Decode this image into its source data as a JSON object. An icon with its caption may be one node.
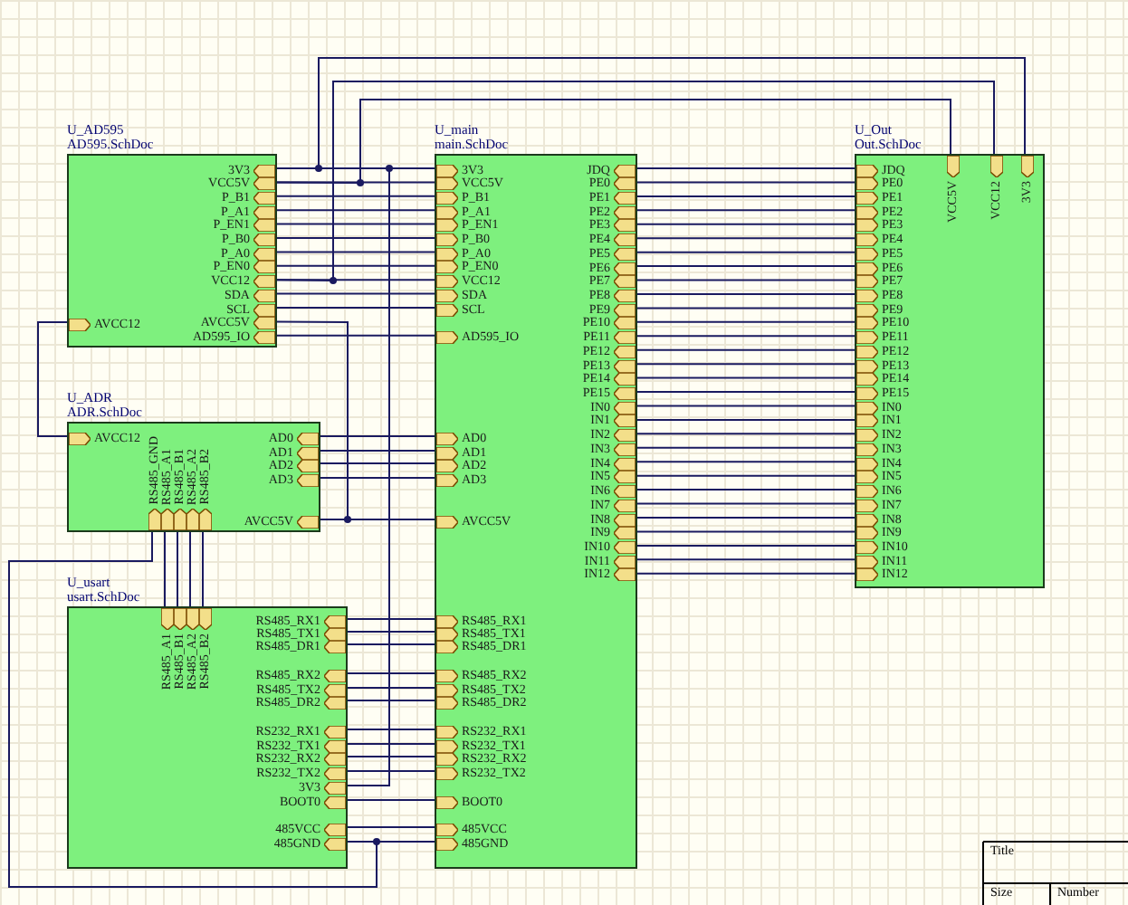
{
  "diagram": {
    "nodes": [
      {
        "text": [
          "U_AD595",
          "AD595.SchDoc"
        ]
      },
      {
        "text": [
          "3V3"
        ],
        "in": 0
      },
      {
        "text": [
          "VCC5V"
        ],
        "in": 0
      },
      {
        "text": [
          "P_B1"
        ],
        "in": 0
      },
      {
        "text": [
          "P_A1"
        ],
        "in": 0
      },
      {
        "text": [
          "P_EN1"
        ],
        "in": 0
      },
      {
        "text": [
          "P_B0"
        ],
        "in": 0
      },
      {
        "text": [
          "P_A0"
        ],
        "in": 0
      },
      {
        "text": [
          "P_EN0"
        ],
        "in": 0
      },
      {
        "text": [
          "VCC12"
        ],
        "in": 0
      },
      {
        "text": [
          "SDA"
        ],
        "in": 0
      },
      {
        "text": [
          "SCL"
        ],
        "in": 0
      },
      {
        "text": [
          "AVCC12"
        ],
        "in": 0
      },
      {
        "text": [
          "AVCC5V"
        ],
        "in": 0
      },
      {
        "text": [
          "AD595_IO"
        ],
        "in": 0
      },
      {
        "text": [
          "U_main",
          "main.SchDoc"
        ]
      },
      {
        "text": [
          "3V3"
        ],
        "in": 15
      },
      {
        "text": [
          "VCC5V"
        ],
        "in": 15
      },
      {
        "text": [
          "P_B1"
        ],
        "in": 15
      },
      {
        "text": [
          "P_A1"
        ],
        "in": 15
      },
      {
        "text": [
          "P_EN1"
        ],
        "in": 15
      },
      {
        "text": [
          "P_B0"
        ],
        "in": 15
      },
      {
        "text": [
          "P_A0"
        ],
        "in": 15
      },
      {
        "text": [
          "P_EN0"
        ],
        "in": 15
      },
      {
        "text": [
          "VCC12"
        ],
        "in": 15
      },
      {
        "text": [
          "SDA"
        ],
        "in": 15
      },
      {
        "text": [
          "SCL"
        ],
        "in": 15
      },
      {
        "text": [
          "AD595_IO"
        ],
        "in": 15
      },
      {
        "text": [
          "AD0"
        ],
        "in": 15
      },
      {
        "text": [
          "AD1"
        ],
        "in": 15
      },
      {
        "text": [
          "AD2"
        ],
        "in": 15
      },
      {
        "text": [
          "AD3"
        ],
        "in": 15
      },
      {
        "text": [
          "AVCC5V"
        ],
        "in": 15
      },
      {
        "text": [
          "RS485_RX1"
        ],
        "in": 15
      },
      {
        "text": [
          "RS485_TX1"
        ],
        "in": 15
      },
      {
        "text": [
          "RS485_DR1"
        ],
        "in": 15
      },
      {
        "text": [
          "RS485_RX2"
        ],
        "in": 15
      },
      {
        "text": [
          "RS485_TX2"
        ],
        "in": 15
      },
      {
        "text": [
          "RS485_DR2"
        ],
        "in": 15
      },
      {
        "text": [
          "RS232_RX1"
        ],
        "in": 15
      },
      {
        "text": [
          "RS232_TX1"
        ],
        "in": 15
      },
      {
        "text": [
          "RS232_RX2"
        ],
        "in": 15
      },
      {
        "text": [
          "RS232_TX2"
        ],
        "in": 15
      },
      {
        "text": [
          "BOOT0"
        ],
        "in": 15
      },
      {
        "text": [
          "485VCC"
        ],
        "in": 15
      },
      {
        "text": [
          "485GND"
        ],
        "in": 15
      },
      {
        "text": [
          "JDQ"
        ],
        "in": 15
      },
      {
        "text": [
          "PE0"
        ],
        "in": 15
      },
      {
        "text": [
          "PE1"
        ],
        "in": 15
      },
      {
        "text": [
          "PE2"
        ],
        "in": 15
      },
      {
        "text": [
          "PE3"
        ],
        "in": 15
      },
      {
        "text": [
          "PE4"
        ],
        "in": 15
      },
      {
        "text": [
          "PE5"
        ],
        "in": 15
      },
      {
        "text": [
          "PE6"
        ],
        "in": 15
      },
      {
        "text": [
          "PE7"
        ],
        "in": 15
      },
      {
        "text": [
          "PE8"
        ],
        "in": 15
      },
      {
        "text": [
          "PE9"
        ],
        "in": 15
      },
      {
        "text": [
          "PE10"
        ],
        "in": 15
      },
      {
        "text": [
          "PE11"
        ],
        "in": 15
      },
      {
        "text": [
          "PE12"
        ],
        "in": 15
      },
      {
        "text": [
          "PE13"
        ],
        "in": 15
      },
      {
        "text": [
          "PE14"
        ],
        "in": 15
      },
      {
        "text": [
          "PE15"
        ],
        "in": 15
      },
      {
        "text": [
          "IN0"
        ],
        "in": 15
      },
      {
        "text": [
          "IN1"
        ],
        "in": 15
      },
      {
        "text": [
          "IN2"
        ],
        "in": 15
      },
      {
        "text": [
          "IN3"
        ],
        "in": 15
      },
      {
        "text": [
          "IN4"
        ],
        "in": 15
      },
      {
        "text": [
          "IN5"
        ],
        "in": 15
      },
      {
        "text": [
          "IN6"
        ],
        "in": 15
      },
      {
        "text": [
          "IN7"
        ],
        "in": 15
      },
      {
        "text": [
          "IN8"
        ],
        "in": 15
      },
      {
        "text": [
          "IN9"
        ],
        "in": 15
      },
      {
        "text": [
          "IN10"
        ],
        "in": 15
      },
      {
        "text": [
          "IN11"
        ],
        "in": 15
      },
      {
        "text": [
          "IN12"
        ],
        "in": 15
      },
      {
        "text": [
          "U_Out",
          "Out.SchDoc"
        ]
      },
      {
        "text": [
          "VCC5V"
        ],
        "in": 76
      },
      {
        "text": [
          "VCC12"
        ],
        "in": 76
      },
      {
        "text": [
          "3V3"
        ],
        "in": 76
      },
      {
        "text": [
          "JDQ"
        ],
        "in": 76
      },
      {
        "text": [
          "PE0"
        ],
        "in": 76
      },
      {
        "text": [
          "PE1"
        ],
        "in": 76
      },
      {
        "text": [
          "PE2"
        ],
        "in": 76
      },
      {
        "text": [
          "PE3"
        ],
        "in": 76
      },
      {
        "text": [
          "PE4"
        ],
        "in": 76
      },
      {
        "text": [
          "PE5"
        ],
        "in": 76
      },
      {
        "text": [
          "PE6"
        ],
        "in": 76
      },
      {
        "text": [
          "PE7"
        ],
        "in": 76
      },
      {
        "text": [
          "PE8"
        ],
        "in": 76
      },
      {
        "text": [
          "PE9"
        ],
        "in": 76
      },
      {
        "text": [
          "PE10"
        ],
        "in": 76
      },
      {
        "text": [
          "PE11"
        ],
        "in": 76
      },
      {
        "text": [
          "PE12"
        ],
        "in": 76
      },
      {
        "text": [
          "PE13"
        ],
        "in": 76
      },
      {
        "text": [
          "PE14"
        ],
        "in": 76
      },
      {
        "text": [
          "PE15"
        ],
        "in": 76
      },
      {
        "text": [
          "IN0"
        ],
        "in": 76
      },
      {
        "text": [
          "IN1"
        ],
        "in": 76
      },
      {
        "text": [
          "IN2"
        ],
        "in": 76
      },
      {
        "text": [
          "IN3"
        ],
        "in": 76
      },
      {
        "text": [
          "IN4"
        ],
        "in": 76
      },
      {
        "text": [
          "IN5"
        ],
        "in": 76
      },
      {
        "text": [
          "IN6"
        ],
        "in": 76
      },
      {
        "text": [
          "IN7"
        ],
        "in": 76
      },
      {
        "text": [
          "IN8"
        ],
        "in": 76
      },
      {
        "text": [
          "IN9"
        ],
        "in": 76
      },
      {
        "text": [
          "IN10"
        ],
        "in": 76
      },
      {
        "text": [
          "IN11"
        ],
        "in": 76
      },
      {
        "text": [
          "IN12"
        ],
        "in": 76
      },
      {
        "text": [
          "U_ADR",
          "ADR.SchDoc"
        ]
      },
      {
        "text": [
          "AVCC12"
        ],
        "in": 110
      },
      {
        "text": [
          "AD0"
        ],
        "in": 110
      },
      {
        "text": [
          "AD1"
        ],
        "in": 110
      },
      {
        "text": [
          "AD2"
        ],
        "in": 110
      },
      {
        "text": [
          "AD3"
        ],
        "in": 110
      },
      {
        "text": [
          "AVCC5V"
        ],
        "in": 110
      },
      {
        "text": [
          "RS485_GND"
        ],
        "in": 110
      },
      {
        "text": [
          "RS485_A1"
        ],
        "in": 110
      },
      {
        "text": [
          "RS485_B1"
        ],
        "in": 110
      },
      {
        "text": [
          "RS485_A2"
        ],
        "in": 110
      },
      {
        "text": [
          "RS485_B2"
        ],
        "in": 110
      },
      {
        "text": [
          "U_usart",
          "usart.SchDoc"
        ]
      },
      {
        "text": [
          "RS485_A1"
        ],
        "in": 122
      },
      {
        "text": [
          "RS485_B1"
        ],
        "in": 122
      },
      {
        "text": [
          "RS485_A2"
        ],
        "in": 122
      },
      {
        "text": [
          "RS485_B2"
        ],
        "in": 122
      },
      {
        "text": [
          "RS485_RX1"
        ],
        "in": 122
      },
      {
        "text": [
          "RS485_TX1"
        ],
        "in": 122
      },
      {
        "text": [
          "RS485_DR1"
        ],
        "in": 122
      },
      {
        "text": [
          "RS485_RX2"
        ],
        "in": 122
      },
      {
        "text": [
          "RS485_TX2"
        ],
        "in": 122
      },
      {
        "text": [
          "RS485_DR2"
        ],
        "in": 122
      },
      {
        "text": [
          "RS232_RX1"
        ],
        "in": 122
      },
      {
        "text": [
          "RS232_TX1"
        ],
        "in": 122
      },
      {
        "text": [
          "RS232_RX2"
        ],
        "in": 122
      },
      {
        "text": [
          "RS232_TX2"
        ],
        "in": 122
      },
      {
        "text": [
          "3V3"
        ],
        "in": 122
      },
      {
        "text": [
          "BOOT0"
        ],
        "in": 122
      },
      {
        "text": [
          "485VCC"
        ],
        "in": 122
      },
      {
        "text": [
          "485GND"
        ],
        "in": 122
      }
    ],
    "edges": [
      {
        "from": 1,
        "to": 16,
        "arrow": "none"
      },
      {
        "from": 2,
        "to": 17,
        "arrow": "none"
      },
      {
        "from": 3,
        "to": 18,
        "arrow": "none"
      },
      {
        "from": 4,
        "to": 19,
        "arrow": "none"
      },
      {
        "from": 5,
        "to": 20,
        "arrow": "none"
      },
      {
        "from": 6,
        "to": 21,
        "arrow": "none"
      },
      {
        "from": 7,
        "to": 22,
        "arrow": "none"
      },
      {
        "from": 8,
        "to": 23,
        "arrow": "none"
      },
      {
        "from": 9,
        "to": 24,
        "arrow": "none"
      },
      {
        "from": 10,
        "to": 25,
        "arrow": "none"
      },
      {
        "from": 11,
        "to": 26,
        "arrow": "none"
      },
      {
        "from": 14,
        "to": 27,
        "arrow": "none"
      },
      {
        "from": 1,
        "to": 79,
        "arrow": "none"
      },
      {
        "from": 2,
        "to": 77,
        "arrow": "none"
      },
      {
        "from": 9,
        "to": 78,
        "arrow": "none"
      },
      {
        "from": 12,
        "to": 111,
        "arrow": "none"
      },
      {
        "from": 13,
        "to": 32,
        "arrow": "none"
      },
      {
        "from": 116,
        "to": 32,
        "arrow": "none"
      },
      {
        "from": 112,
        "to": 28,
        "arrow": "none"
      },
      {
        "from": 113,
        "to": 29,
        "arrow": "none"
      },
      {
        "from": 114,
        "to": 30,
        "arrow": "none"
      },
      {
        "from": 115,
        "to": 31,
        "arrow": "none"
      },
      {
        "from": 118,
        "to": 123,
        "arrow": "none"
      },
      {
        "from": 119,
        "to": 124,
        "arrow": "none"
      },
      {
        "from": 120,
        "to": 125,
        "arrow": "none"
      },
      {
        "from": 121,
        "to": 126,
        "arrow": "none"
      },
      {
        "from": 117,
        "to": 45,
        "arrow": "none"
      },
      {
        "from": 127,
        "to": 33,
        "arrow": "none"
      },
      {
        "from": 128,
        "to": 34,
        "arrow": "none"
      },
      {
        "from": 129,
        "to": 35,
        "arrow": "none"
      },
      {
        "from": 130,
        "to": 36,
        "arrow": "none"
      },
      {
        "from": 131,
        "to": 37,
        "arrow": "none"
      },
      {
        "from": 132,
        "to": 38,
        "arrow": "none"
      },
      {
        "from": 133,
        "to": 39,
        "arrow": "none"
      },
      {
        "from": 134,
        "to": 40,
        "arrow": "none"
      },
      {
        "from": 135,
        "to": 41,
        "arrow": "none"
      },
      {
        "from": 136,
        "to": 42,
        "arrow": "none"
      },
      {
        "from": 138,
        "to": 43,
        "arrow": "none"
      },
      {
        "from": 139,
        "to": 44,
        "arrow": "none"
      },
      {
        "from": 140,
        "to": 45,
        "arrow": "none"
      },
      {
        "from": 137,
        "to": 16,
        "arrow": "none"
      },
      {
        "from": 46,
        "to": 80,
        "arrow": "none"
      },
      {
        "from": 47,
        "to": 81,
        "arrow": "none"
      },
      {
        "from": 48,
        "to": 82,
        "arrow": "none"
      },
      {
        "from": 49,
        "to": 83,
        "arrow": "none"
      },
      {
        "from": 50,
        "to": 84,
        "arrow": "none"
      },
      {
        "from": 51,
        "to": 85,
        "arrow": "none"
      },
      {
        "from": 52,
        "to": 86,
        "arrow": "none"
      },
      {
        "from": 53,
        "to": 87,
        "arrow": "none"
      },
      {
        "from": 54,
        "to": 88,
        "arrow": "none"
      },
      {
        "from": 55,
        "to": 89,
        "arrow": "none"
      },
      {
        "from": 56,
        "to": 90,
        "arrow": "none"
      },
      {
        "from": 57,
        "to": 91,
        "arrow": "none"
      },
      {
        "from": 58,
        "to": 92,
        "arrow": "none"
      },
      {
        "from": 59,
        "to": 93,
        "arrow": "none"
      },
      {
        "from": 60,
        "to": 94,
        "arrow": "none"
      },
      {
        "from": 61,
        "to": 95,
        "arrow": "none"
      },
      {
        "from": 62,
        "to": 96,
        "arrow": "none"
      },
      {
        "from": 63,
        "to": 97,
        "arrow": "none"
      },
      {
        "from": 64,
        "to": 98,
        "arrow": "none"
      },
      {
        "from": 65,
        "to": 99,
        "arrow": "none"
      },
      {
        "from": 66,
        "to": 100,
        "arrow": "none"
      },
      {
        "from": 67,
        "to": 101,
        "arrow": "none"
      },
      {
        "from": 68,
        "to": 102,
        "arrow": "none"
      },
      {
        "from": 69,
        "to": 103,
        "arrow": "none"
      },
      {
        "from": 70,
        "to": 104,
        "arrow": "none"
      },
      {
        "from": 71,
        "to": 105,
        "arrow": "none"
      },
      {
        "from": 72,
        "to": 106,
        "arrow": "none"
      },
      {
        "from": 73,
        "to": 107,
        "arrow": "none"
      },
      {
        "from": 74,
        "to": 108,
        "arrow": "none"
      },
      {
        "from": 75,
        "to": 109,
        "arrow": "none"
      }
    ],
    "labels": [
      "Title",
      "Size",
      "Number"
    ]
  }
}
